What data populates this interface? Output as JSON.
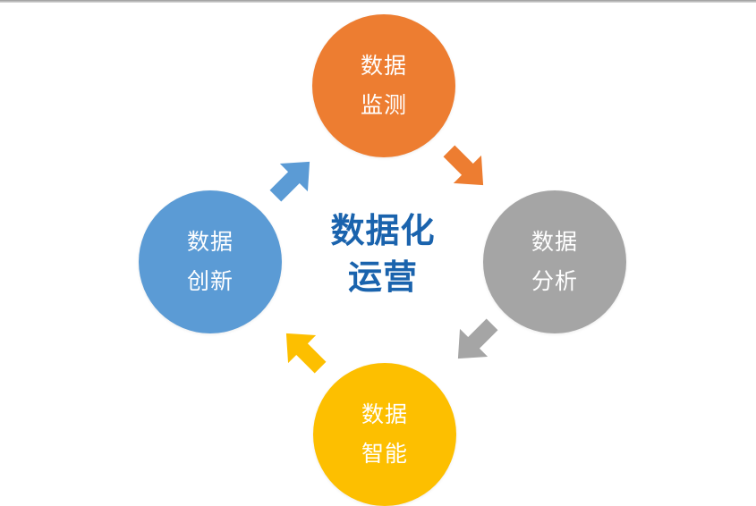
{
  "center": {
    "line1": "数据化",
    "line2": "运营",
    "color": "#1a63ad"
  },
  "nodes": [
    {
      "id": "monitor",
      "line1": "数据",
      "line2": "监测",
      "color": "#ed7d31"
    },
    {
      "id": "analysis",
      "line1": "数据",
      "line2": "分析",
      "color": "#a5a5a5"
    },
    {
      "id": "intelligence",
      "line1": "数据",
      "line2": "智能",
      "color": "#fdbf00"
    },
    {
      "id": "innovation",
      "line1": "数据",
      "line2": "创新",
      "color": "#5b9bd5"
    }
  ],
  "arrows": [
    {
      "from": "monitor",
      "to": "analysis",
      "color": "#ed7d31"
    },
    {
      "from": "analysis",
      "to": "intelligence",
      "color": "#a5a5a5"
    },
    {
      "from": "intelligence",
      "to": "innovation",
      "color": "#fdbf00"
    },
    {
      "from": "innovation",
      "to": "monitor",
      "color": "#5b9bd5"
    }
  ]
}
